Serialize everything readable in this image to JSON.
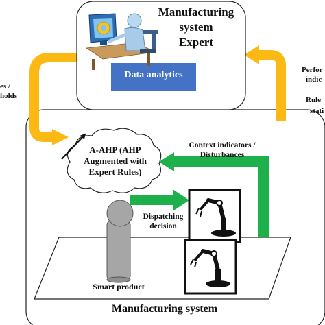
{
  "expert": {
    "title_line1": "Manufacturing",
    "title_line2": "system",
    "title_line3": "Expert",
    "data_analytics": "Data analytics"
  },
  "left_labels": {
    "line1": "es /",
    "line2": "holds"
  },
  "right_labels": {
    "line1": "Perfor",
    "line2": "indic",
    "line3": "Rule",
    "line4": "stati"
  },
  "ahp": {
    "line1": "A-AHP (AHP",
    "line2": "Augmented with",
    "line3": "Expert Rules)"
  },
  "context": {
    "line1": "Context indicators /",
    "line2": "Disturbances"
  },
  "dispatching": {
    "line1": "Dispatching",
    "line2": "decision"
  },
  "smart_product": "Smart product",
  "manufacturing_system": "Manufacturing system",
  "colors": {
    "gold_arrow": "#FDB913",
    "green_arrow": "#1DB04B",
    "data_analytics_box": "#4472C4",
    "product_figure": "#A6A6A6"
  }
}
